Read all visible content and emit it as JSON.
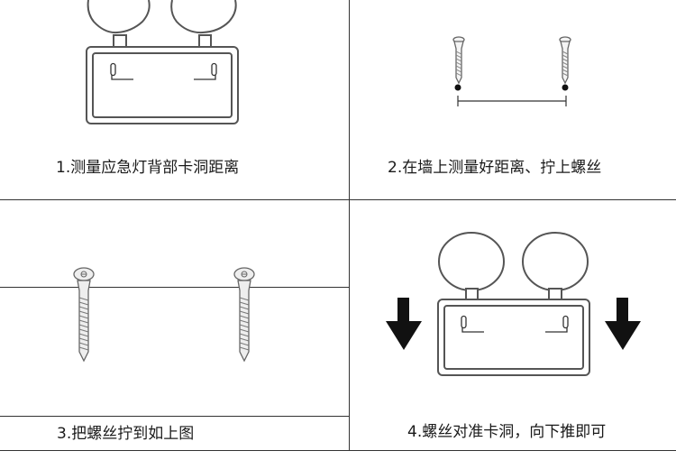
{
  "steps": [
    {
      "caption": "1.测量应急灯背部卡洞距离"
    },
    {
      "caption": "2.在墙上测量好距离、拧上螺丝"
    },
    {
      "caption": "3.把螺丝拧到如上图"
    },
    {
      "caption": "4.螺丝对准卡洞，向下推即可"
    }
  ]
}
